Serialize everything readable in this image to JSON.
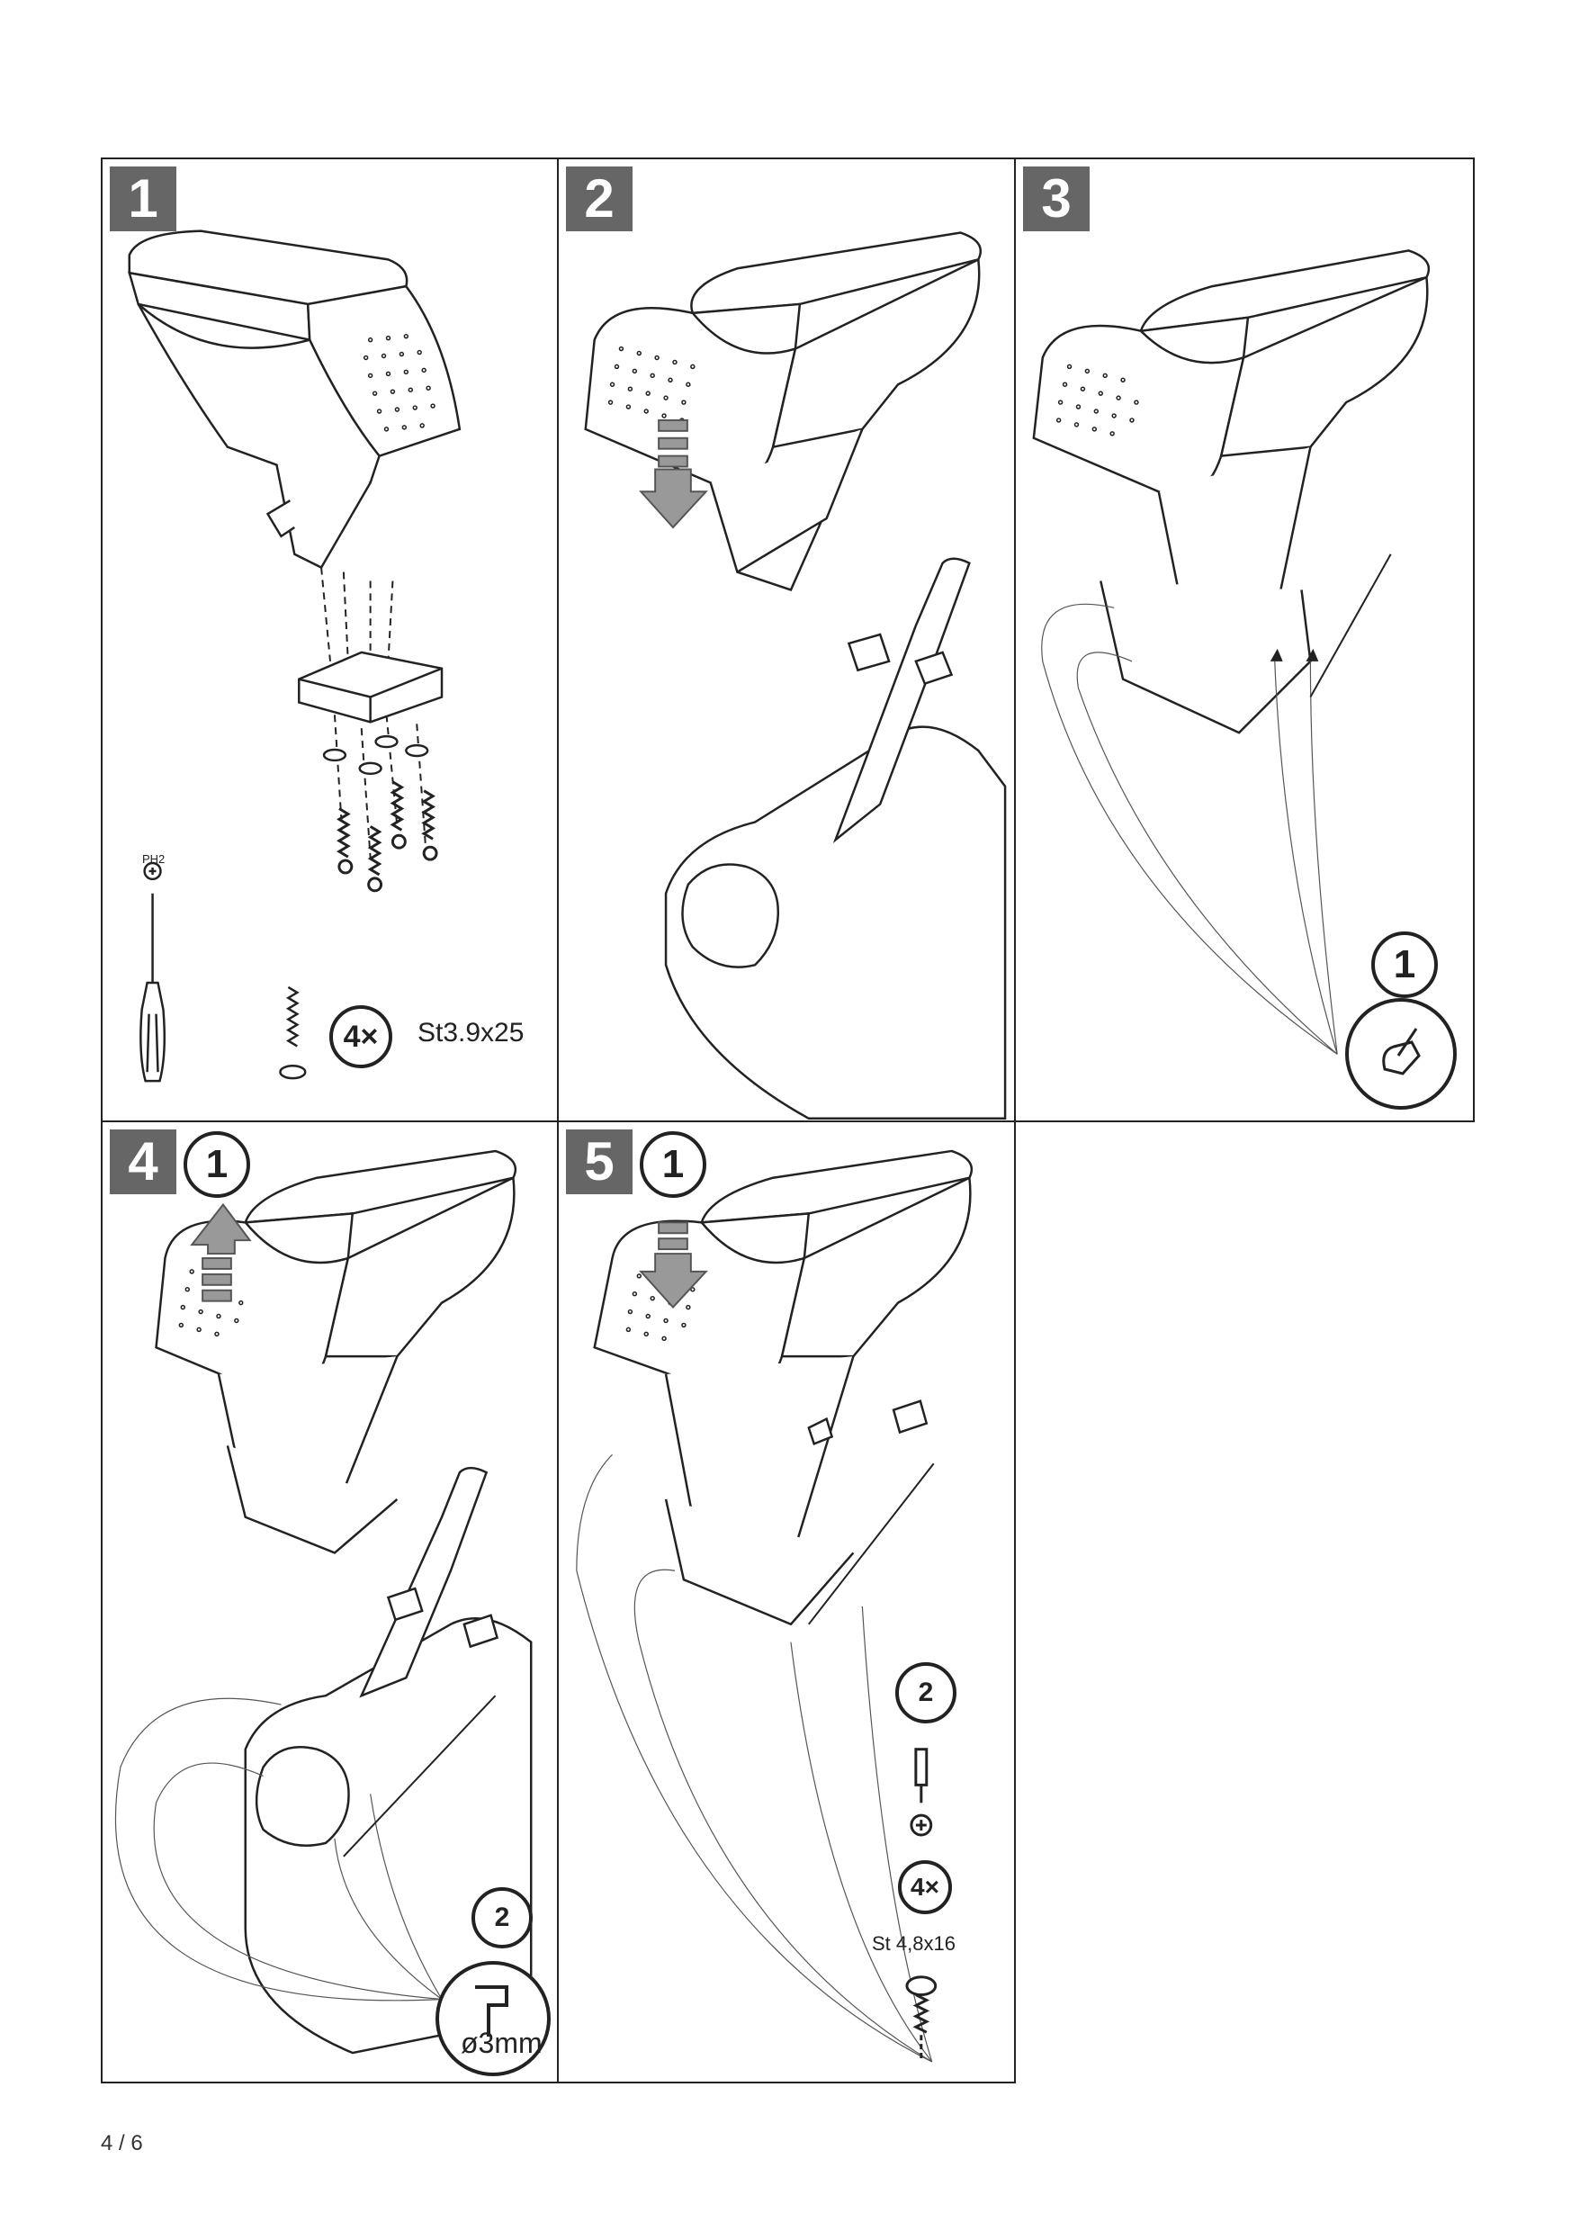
{
  "steps": [
    {
      "number": "1",
      "screw_count": "4×",
      "screw_spec": "St3.9x25",
      "tool_size": "PH2"
    },
    {
      "number": "2"
    },
    {
      "number": "3",
      "substep": "1"
    },
    {
      "number": "4",
      "substep_a": "1",
      "substep_b": "2",
      "drill_label": "ø3mm"
    },
    {
      "number": "5",
      "substep_a": "1",
      "substep_b": "2",
      "screw_count": "4×",
      "screw_spec": "St 4,8x16"
    }
  ],
  "footer": {
    "page": "4 / 6"
  }
}
